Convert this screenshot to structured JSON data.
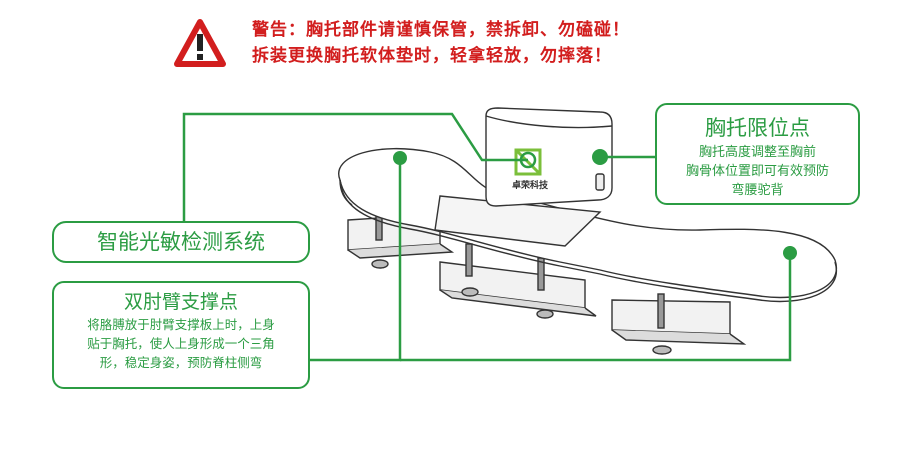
{
  "warning": {
    "line1": "警告：胸托部件请谨慎保管，禁拆卸、勿磕碰！",
    "line2": "拆装更换胸托软体垫时，轻拿轻放，勿摔落！"
  },
  "features": {
    "chest_limit": {
      "title": "胸托限位点",
      "desc_line1": "胸托高度调整至胸前",
      "desc_line2": "胸骨体位置即可有效预防",
      "desc_line3": "弯腰驼背"
    },
    "sensor": {
      "title": "智能光敏检测系统"
    },
    "elbow": {
      "title": "双肘臂支撑点",
      "desc_line1": "将胳膊放于肘臂支撑板上时，上身",
      "desc_line2": "贴于胸托，使人上身形成一个三角",
      "desc_line3": "形，稳定身姿，预防脊柱侧弯"
    }
  },
  "device": {
    "brand": "卓荣科技"
  },
  "colors": {
    "accent": "#2b9c43",
    "warning": "#d21e1e"
  }
}
